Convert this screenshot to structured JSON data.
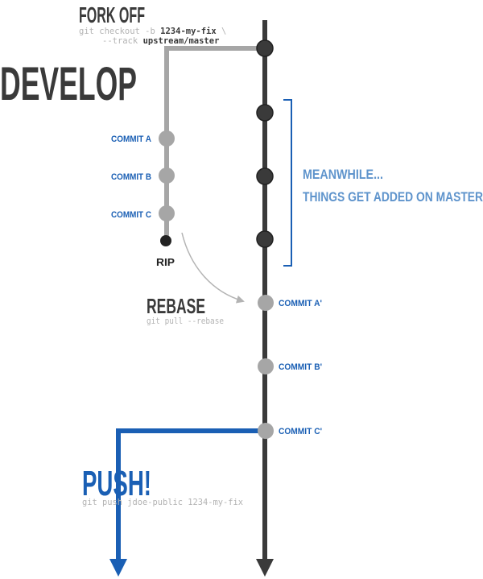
{
  "fork": {
    "title": "FORK OFF",
    "cmd_line1_prefix": "git checkout -b ",
    "cmd_line1_branch": "1234-my-fix",
    "cmd_line1_suffix": " \\",
    "cmd_line2_prefix": "--track ",
    "cmd_line2_upstream": "upstream/master"
  },
  "develop": {
    "title": "DEVELOP"
  },
  "feature_commits": [
    "COMMIT A",
    "COMMIT B",
    "COMMIT C"
  ],
  "rip_label": "RIP",
  "meanwhile": {
    "line1": "MEANWHILE...",
    "line2": "THINGS GET ADDED ON MASTER"
  },
  "rebase": {
    "title": "REBASE",
    "cmd": "git pull --rebase"
  },
  "rebased_commits": [
    "COMMIT A'",
    "COMMIT B'",
    "COMMIT C'"
  ],
  "push": {
    "title": "PUSH!",
    "cmd": "git push jdoe-public 1234-my-fix"
  },
  "colors": {
    "master": "#3a3a3a",
    "feature": "#a6a6a6",
    "blue": "#1a5fb4",
    "light_blue": "#5f94cc",
    "text_dark": "#3a3a3a",
    "text_gray": "#b3b3b3"
  }
}
